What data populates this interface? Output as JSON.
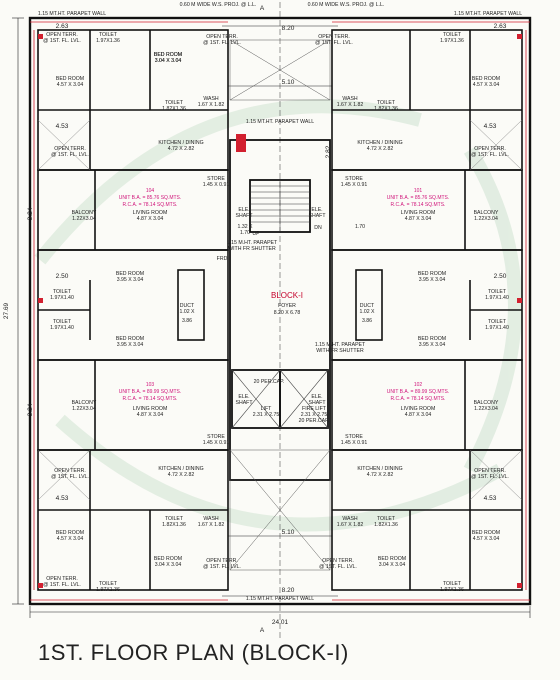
{
  "title": "1ST. FLOOR PLAN (BLOCK-I)",
  "block": {
    "name": "BLOCK-I",
    "foyer_name": "FOYER",
    "foyer_size": "8.20 X 6.78"
  },
  "dims": {
    "overall_width": "24.01",
    "overall_height": "27.69",
    "top": "8.20",
    "bottom": "8.20",
    "mid_top": "5.10",
    "mid_bottom": "5.10",
    "side_a": "3.24",
    "side_b": "3.24",
    "left_a": "4.53",
    "left_b": "4.53",
    "right_a": "4.53",
    "right_b": "4.53",
    "d250a": "2.50",
    "d250b": "2.50",
    "d282": "2.82",
    "d263": "2.63",
    "d263b": "2.63"
  },
  "axis": {
    "top": "A",
    "bottom": "A"
  },
  "rooms": [
    {
      "name": "TOILET",
      "size": "1.97X1.36"
    },
    {
      "name": "OPEN TERR.",
      "size": "@ 1ST. FL. LVL."
    },
    {
      "name": "BED ROOM",
      "size": "3.04 X 3.04"
    },
    {
      "name": "OPEN TERR.",
      "size": "@ 1ST. FL. LVL."
    },
    {
      "name": "BED ROOM",
      "size": "3.04 X 3.04"
    },
    {
      "name": "OPEN TERR.",
      "size": "@ 1ST. FL. LVL."
    },
    {
      "name": "TOILET",
      "size": "1.97X1.36"
    },
    {
      "name": "BED ROOM",
      "size": "4.57 X 3.04"
    },
    {
      "name": "BED ROOM",
      "size": "4.57 X 3.04"
    },
    {
      "name": "TOILET",
      "size": "1.82X1.36"
    },
    {
      "name": "WASH",
      "size": "1.67 X 1.82"
    },
    {
      "name": "WASH",
      "size": "1.67 X 1.82"
    },
    {
      "name": "TOILET",
      "size": "1.82X1.36"
    },
    {
      "name": "OPEN TERR.",
      "size": "@ 1ST. FL. LVL."
    },
    {
      "name": "KITCHEN / DINING",
      "size": "4.72 X 2.82"
    },
    {
      "name": "KITCHEN / DINING",
      "size": "4.72 X 2.82"
    },
    {
      "name": "OPEN TERR.",
      "size": "@ 1ST. FL. LVL."
    },
    {
      "name": "STORE",
      "size": "1.45 X 0.91"
    },
    {
      "name": "STORE",
      "size": "1.45 X 0.91"
    },
    {
      "name": "BALCONY",
      "size": "1.22X3.04"
    },
    {
      "name": "LIVING ROOM",
      "size": "4.87 X 3.04"
    },
    {
      "name": "ELE.",
      "size": "SHAFT"
    },
    {
      "name": "ELE.",
      "size": "SHAFT"
    },
    {
      "name": "LIVING ROOM",
      "size": "4.87 X 3.04"
    },
    {
      "name": "BALCONY",
      "size": "1.22X3.04"
    },
    {
      "name": "BED ROOM",
      "size": "3.95 X 3.04"
    },
    {
      "name": "BED ROOM",
      "size": "3.95 X 3.04"
    },
    {
      "name": "TOILET",
      "size": "1.97X1.40"
    },
    {
      "name": "TOILET",
      "size": "1.97X1.40"
    },
    {
      "name": "DUCT",
      "size": "1.02 X"
    },
    {
      "name": "DUCT",
      "size": "1.02 X"
    },
    {
      "name": "TOILET",
      "size": "1.97X1.40"
    },
    {
      "name": "TOILET",
      "size": "1.97X1.40"
    },
    {
      "name": "BED ROOM",
      "size": "3.95 X 3.04"
    },
    {
      "name": "BED ROOM",
      "size": "3.95 X 3.04"
    },
    {
      "name": "BALCONY",
      "size": "1.22X3.04"
    },
    {
      "name": "LIVING ROOM",
      "size": "4.87 X 3.04"
    },
    {
      "name": "ELE.",
      "size": "SHAFT"
    },
    {
      "name": "LIFT",
      "size": "2.31 X 2.75"
    },
    {
      "name": "FIRE LIFT",
      "size": "2.31 X 2.75"
    },
    {
      "name": "ELE.",
      "size": "SHAFT"
    },
    {
      "name": "LIVING ROOM",
      "size": "4.87 X 3.04"
    },
    {
      "name": "BALCONY",
      "size": "1.22X3.04"
    },
    {
      "name": "STORE",
      "size": "1.45 X 0.91"
    },
    {
      "name": "STORE",
      "size": "1.45 X 0.91"
    },
    {
      "name": "KITCHEN / DINING",
      "size": "4.72 X 2.82"
    },
    {
      "name": "KITCHEN / DINING",
      "size": "4.72 X 2.82"
    },
    {
      "name": "OPEN TERR.",
      "size": "@ 1ST. FL. LVL."
    },
    {
      "name": "OPEN TERR.",
      "size": "@ 1ST. FL. LVL."
    },
    {
      "name": "TOILET",
      "size": "1.82X1.36"
    },
    {
      "name": "WASH",
      "size": "1.67 X 1.82"
    },
    {
      "name": "WASH",
      "size": "1.67 X 1.82"
    },
    {
      "name": "TOILET",
      "size": "1.82X1.36"
    },
    {
      "name": "BED ROOM",
      "size": "4.57 X 3.04"
    },
    {
      "name": "BED ROOM",
      "size": "4.57 X 3.04"
    },
    {
      "name": "BED ROOM",
      "size": "3.04 X 3.04"
    },
    {
      "name": "OPEN TERR.",
      "size": "@ 1ST. FL. LVL."
    },
    {
      "name": "BED ROOM",
      "size": "3.04 X 3.04"
    },
    {
      "name": "OPEN TERR.",
      "size": "@ 1ST. FL. LVL."
    },
    {
      "name": "TOILET",
      "size": "1.97X1.36"
    },
    {
      "name": "OPEN TERR.",
      "size": "@ 1ST. FL. LVL."
    },
    {
      "name": "TOILET",
      "size": "1.97X1.36"
    }
  ],
  "extra": {
    "ele1": "1.32 X",
    "ele2": "1.70",
    "ele_side": "1.70",
    "duct_h": "3.86",
    "lift_cap": "20 PER.CAP.",
    "fire_cap": "20 PER.CAP.",
    "up": "UP",
    "dn": "DN",
    "frd": "FRD"
  },
  "units": [
    {
      "no": "104",
      "ba": "UNIT B.A. = 85.76 SQ.MTS.",
      "rca": "R.C.A. = 78.14  SQ.MTS."
    },
    {
      "no": "101",
      "ba": "UNIT B.A. = 85.76 SQ.MTS.",
      "rca": "R.C.A. = 78.14  SQ.MTS."
    },
    {
      "no": "103",
      "ba": "UNIT B.A. = 89.99 SQ.MTS.",
      "rca": "R.C.A. = 78.14  SQ.MTS."
    },
    {
      "no": "102",
      "ba": "UNIT B.A. = 89.99 SQ.MTS.",
      "rca": "R.C.A. = 78.14  SQ.MTS."
    }
  ],
  "notes": {
    "parapet": "1.15 MT.HT. PARAPET WALL",
    "parapet_shutter": "1.15 M.HT. PARAPET",
    "shutter": "WITH FR SHUTTER",
    "wide_ws": "0.60 M WIDE W.S. PROJ. @ L.L."
  }
}
